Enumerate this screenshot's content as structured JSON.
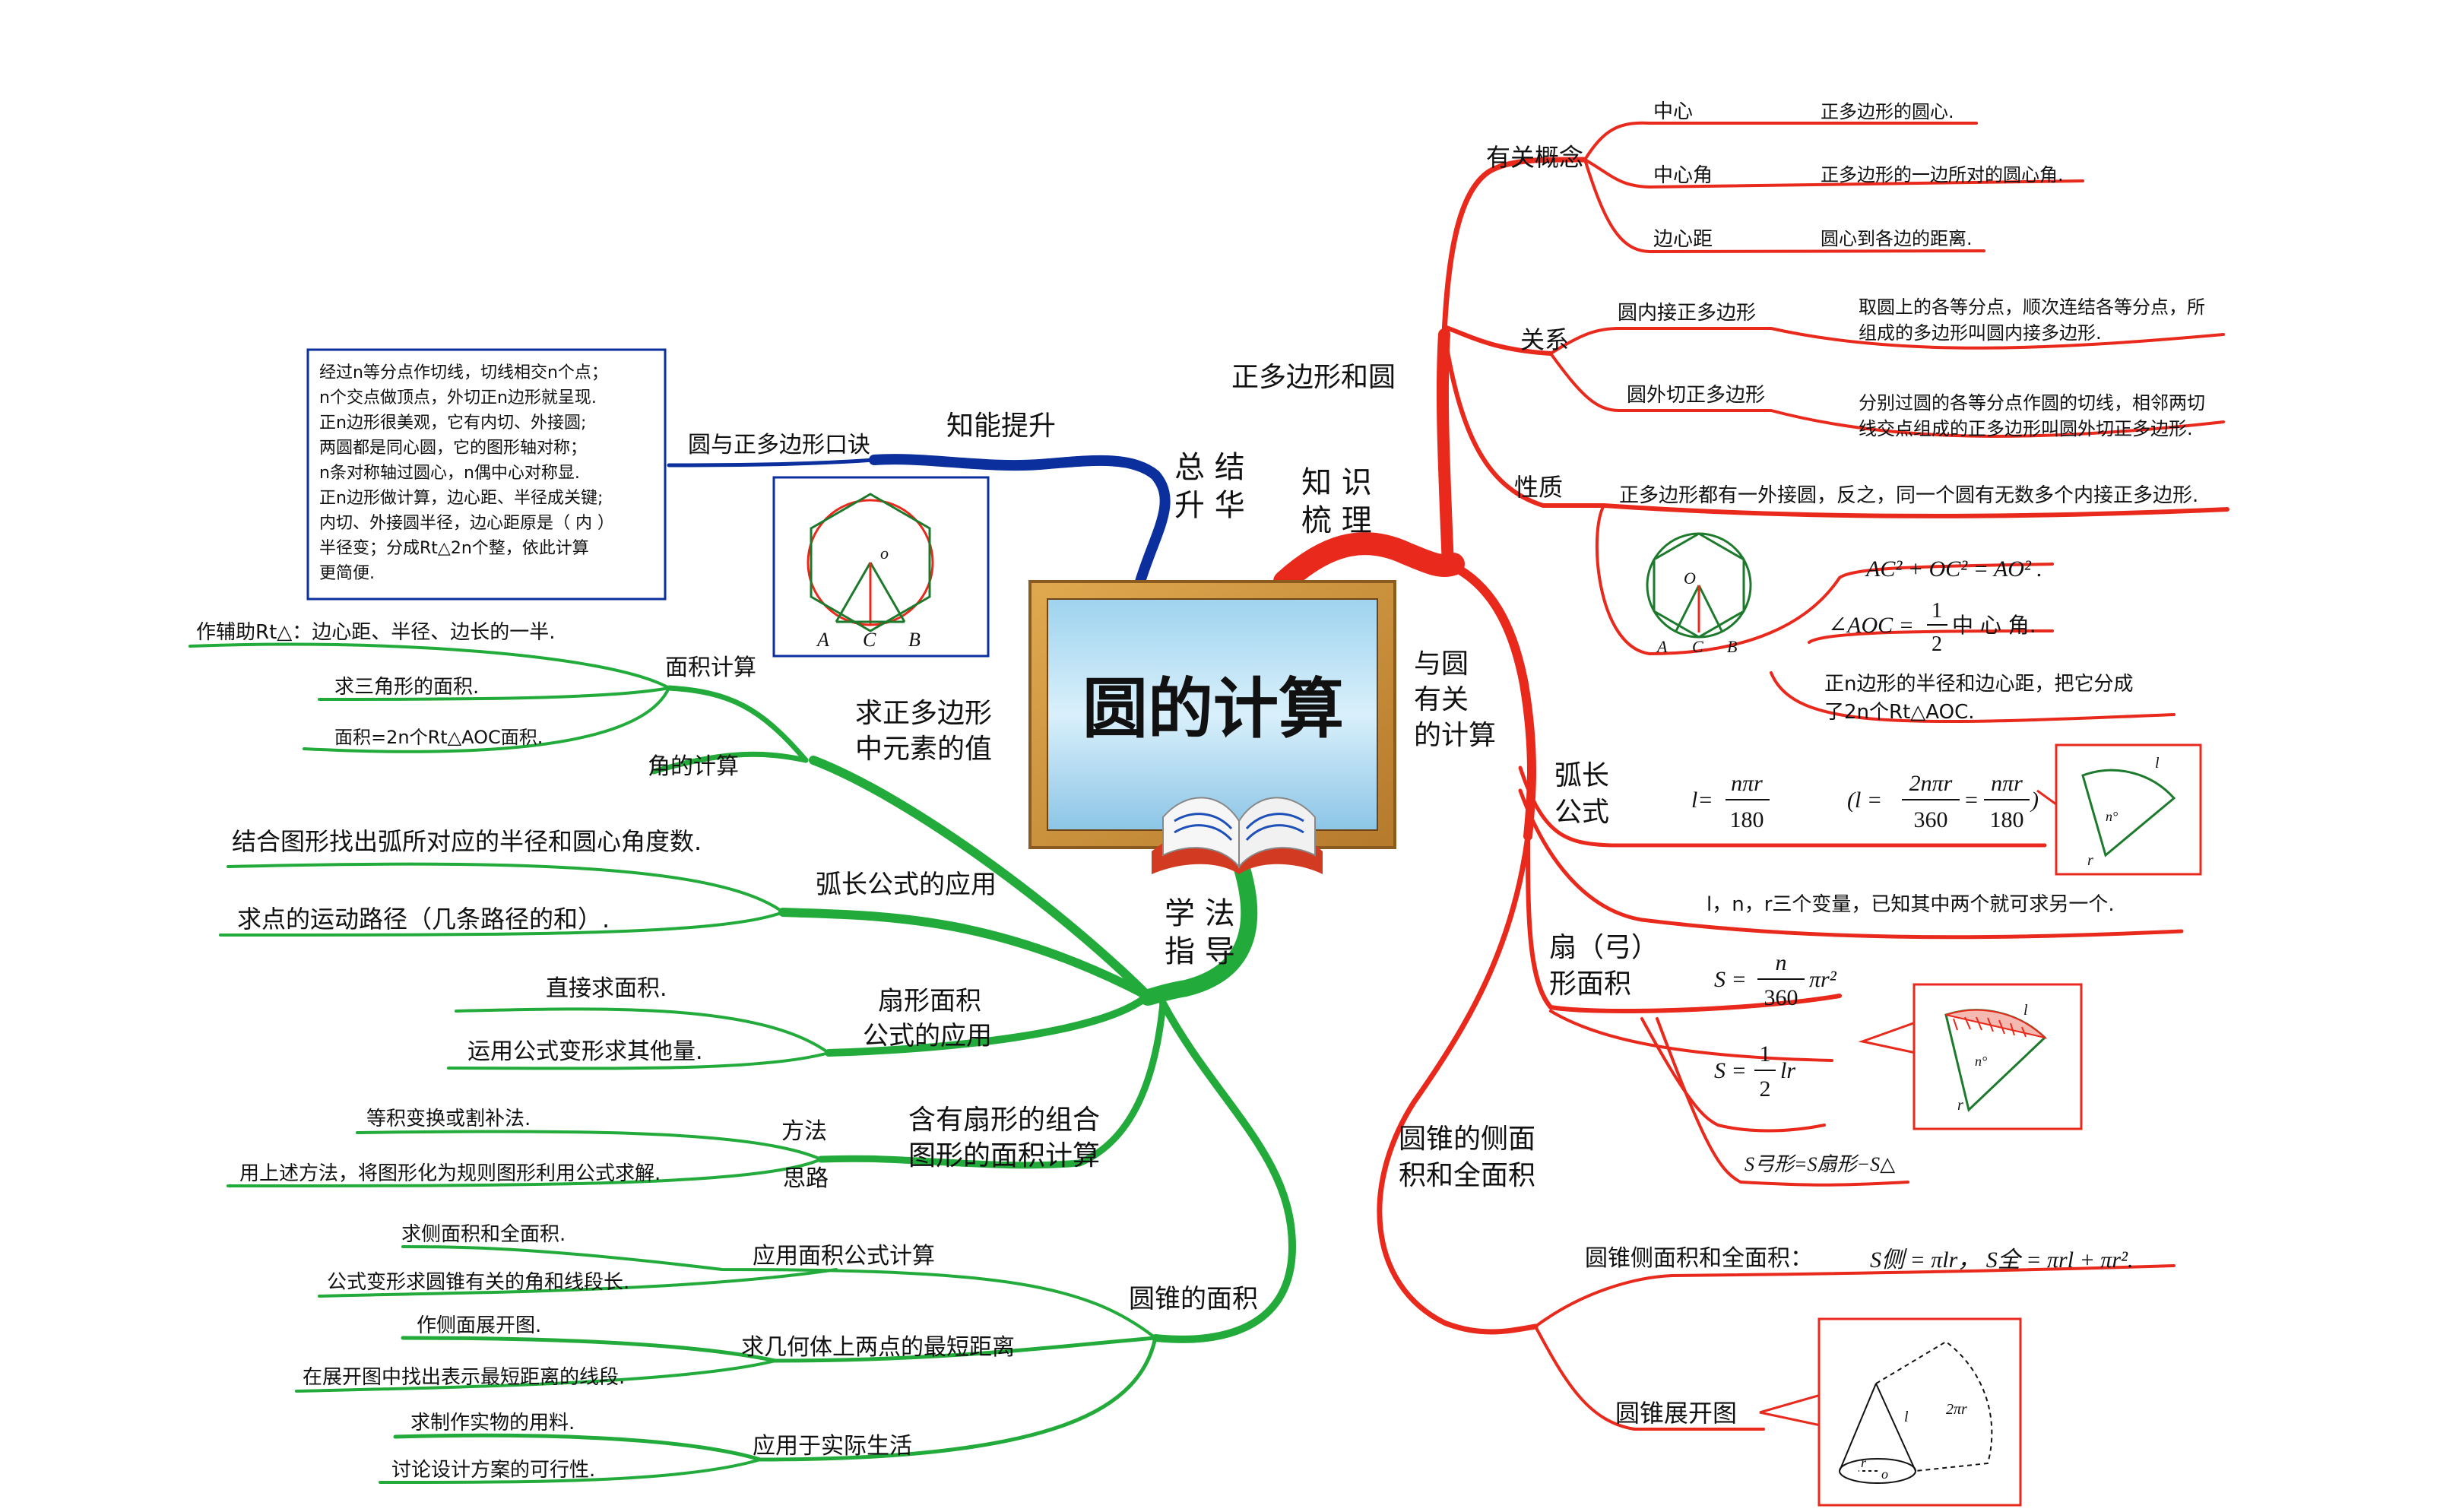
{
  "center": {
    "title": "圆的计算"
  },
  "branches": {
    "knowledge": {
      "label_line1": "知 识",
      "label_line2": "梳 理",
      "color": "#e8291c"
    },
    "summary": {
      "label_line1": "总 结",
      "label_line2": "升 华",
      "color": "#0b2f9c"
    },
    "method": {
      "label_line1": "学 法",
      "label_line2": "指 导",
      "color": "#22ab3a"
    }
  },
  "knowledge": {
    "polygon_circle": "正多边形和圆",
    "concepts": {
      "label": "有关概念",
      "items": [
        {
          "term": "中心",
          "desc": "正多边形的圆心."
        },
        {
          "term": "中心角",
          "desc": "正多边形的一边所对的圆心角."
        },
        {
          "term": "边心距",
          "desc": "圆心到各边的距离."
        }
      ]
    },
    "relation": {
      "label": "关系",
      "inscribed": {
        "term": "圆内接正多边形",
        "desc1": "取圆上的各等分点，顺次连结各等分点，所",
        "desc2": "组成的多边形叫圆内接多边形."
      },
      "circumscribed": {
        "term": "圆外切正多边形",
        "desc1": "分别过圆的各等分点作圆的切线，相邻两切",
        "desc2": "线交点组成的正多边形叫圆外切正多边形."
      }
    },
    "property": {
      "label": "性质",
      "statement": "正多边形都有一外接圆，反之，同一个圆有无数多个内接正多边形.",
      "fig_O": "O",
      "fig_A": "A",
      "fig_C": "C",
      "fig_B": "B",
      "formula1_lhs": "AC² + OC² = AO² .",
      "formula2_lhs": "∠AOC =",
      "formula2_num": "1",
      "formula2_den": "2",
      "formula2_rhs": "中 心 角.",
      "note1": "正n边形的半径和边心距，把它分成",
      "note2": "了2n个Rt△AOC."
    },
    "circle_calc": {
      "line1": "与圆",
      "line2": "有关",
      "line3": "的计算"
    },
    "arc": {
      "label_line1": "弧长",
      "label_line2": "公式",
      "f1_lhs": "l=",
      "f1_num": "nπr",
      "f1_den": "180",
      "f2_open": "(l =",
      "f2_num1": "2nπr",
      "f2_den1": "360",
      "f2_eq": "=",
      "f2_num2": "nπr",
      "f2_den2": "180",
      "f2_close": ")",
      "fig_l": "l",
      "fig_n": "n°",
      "fig_r": "r",
      "note": "l，n，r三个变量，已知其中两个就可求另一个."
    },
    "sector": {
      "label_line1": "扇（弓）",
      "label_line2": "形面积",
      "f1_lhs": "S =",
      "f1_num": "n",
      "f1_den": "360",
      "f1_rhs": "πr²",
      "f2_lhs": "S =",
      "f2_num": "1",
      "f2_den": "2",
      "f2_rhs": "lr",
      "f3": "S弓形=S扇形−S△",
      "fig_l": "l",
      "fig_n": "n°",
      "fig_r": "r"
    },
    "cone": {
      "label_line1": "圆锥的侧面",
      "label_line2": "积和全面积",
      "area_label": "圆锥侧面积和全面积：",
      "area_formula": "S侧 = πlr，  S全 = πrl + πr².",
      "net_label": "圆锥展开图",
      "fig_l": "l",
      "fig_2pr": "2πr",
      "fig_r": "r",
      "fig_o": "o"
    }
  },
  "summary": {
    "ability": "知能提升",
    "mnemonic": "圆与正多边形口诀",
    "rhyme": [
      "经过n等分点作切线，切线相交n个点；",
      "n个交点做顶点，外切正n边形就呈现.",
      "正n边形很美观，它有内切、外接圆;",
      "两圆都是同心圆，它的图形轴对称；",
      "n条对称轴过圆心，n偶中心对称显.",
      "正n边形做计算，边心距、半径成关键;",
      "内切、外接圆半径，边心距原是（ 内 ）",
      "半径变；分成Rt△2n个整，依此计算",
      "更简便."
    ],
    "fig_o": "o",
    "fig_A": "A",
    "fig_C": "C",
    "fig_B": "B"
  },
  "method": {
    "regular_polygon": {
      "line1": "求正多边形",
      "line2": "中元素的值"
    },
    "area_calc": {
      "label": "面积计算",
      "items": [
        "作辅助Rt△：边心距、半径、边长的一半.",
        "求三角形的面积.",
        "面积=2n个Rt△AOC面积."
      ]
    },
    "angle_calc": "角的计算",
    "arc_app": {
      "label": "弧长公式的应用",
      "items": [
        "结合图形找出弧所对应的半径和圆心角度数.",
        "求点的运动路径（几条路径的和）."
      ]
    },
    "sector_app": {
      "line1": "扇形面积",
      "line2": "公式的应用",
      "items": [
        "直接求面积.",
        "运用公式变形求其他量."
      ]
    },
    "composite": {
      "line1": "含有扇形的组合",
      "line2": "图形的面积计算",
      "method_label": "方法",
      "method_desc": "等积变换或割补法.",
      "idea_label": "思路",
      "idea_desc": "用上述方法，将图形化为规则图形利用公式求解."
    },
    "cone_area": {
      "label": "圆锥的面积",
      "apply": {
        "label": "应用面积公式计算",
        "items": [
          "求侧面积和全面积.",
          "公式变形求圆锥有关的角和线段长."
        ]
      },
      "shortest": {
        "label": "求几何体上两点的最短距离",
        "items": [
          "作侧面展开图.",
          "在展开图中找出表示最短距离的线段."
        ]
      },
      "life": {
        "label": "应用于实际生活",
        "items": [
          "求制作实物的用料.",
          "讨论设计方案的可行性."
        ]
      }
    }
  }
}
